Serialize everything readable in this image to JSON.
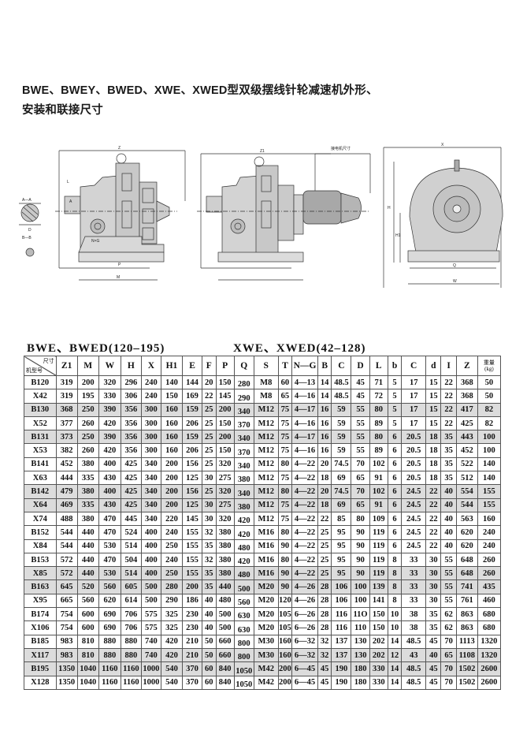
{
  "title": {
    "line1": "BWE、BWEY、BWED、XWE、XWED型双级摆线针轮减速机外形、",
    "line2": "安装和联接尺寸"
  },
  "drawings": {
    "section_aa": "A—A",
    "section_bb": "B—B",
    "label_z": "Z",
    "label_z1": "Z1",
    "label_motor": "接电机尺寸",
    "label_nxg": "N×G",
    "label_p": "P",
    "label_m": "M",
    "label_x": "X",
    "label_h": "H",
    "label_h1": "H1",
    "label_q": "Q",
    "label_w": "W",
    "label_l": "L",
    "label_a": "A",
    "label_d": "D"
  },
  "sections": {
    "left": "BWE、BWED(120–195)",
    "right": "XWE、XWED(42–128)"
  },
  "table": {
    "corner_top": "尺寸",
    "corner_bottom": "机型号",
    "weight_header": "重量",
    "weight_unit": "(kg)",
    "headers": [
      "Z1",
      "M",
      "W",
      "H",
      "X",
      "H1",
      "E",
      "F",
      "P",
      "Q",
      "S",
      "T",
      "N—G",
      "B",
      "C",
      "D",
      "L",
      "b",
      "C",
      "d",
      "I",
      "Z"
    ],
    "rows": [
      [
        "B120",
        "319",
        "200",
        "320",
        "296",
        "240",
        "140",
        "144",
        "20",
        "150",
        "280",
        "M8",
        "60",
        "4—13",
        "14",
        "48.5",
        "45",
        "71",
        "5",
        "17",
        "15",
        "22",
        "368",
        "50"
      ],
      [
        "X42",
        "319",
        "195",
        "330",
        "306",
        "240",
        "150",
        "169",
        "22",
        "145",
        "290",
        "M8",
        "65",
        "4—16",
        "14",
        "48.5",
        "45",
        "72",
        "5",
        "17",
        "15",
        "22",
        "368",
        "50"
      ],
      [
        "B130",
        "368",
        "250",
        "390",
        "356",
        "300",
        "160",
        "159",
        "25",
        "200",
        "340",
        "M12",
        "75",
        "4—17",
        "16",
        "59",
        "55",
        "80",
        "5",
        "17",
        "15",
        "22",
        "417",
        "82"
      ],
      [
        "X52",
        "377",
        "260",
        "420",
        "356",
        "300",
        "160",
        "206",
        "25",
        "150",
        "370",
        "M12",
        "75",
        "4—16",
        "16",
        "59",
        "55",
        "89",
        "5",
        "17",
        "15",
        "22",
        "425",
        "82"
      ],
      [
        "B131",
        "373",
        "250",
        "390",
        "356",
        "300",
        "160",
        "159",
        "25",
        "200",
        "340",
        "M12",
        "75",
        "4—17",
        "16",
        "59",
        "55",
        "80",
        "6",
        "20.5",
        "18",
        "35",
        "443",
        "100"
      ],
      [
        "X53",
        "382",
        "260",
        "420",
        "356",
        "300",
        "160",
        "206",
        "25",
        "150",
        "370",
        "M12",
        "75",
        "4—16",
        "16",
        "59",
        "55",
        "89",
        "6",
        "20.5",
        "18",
        "35",
        "452",
        "100"
      ],
      [
        "B141",
        "452",
        "380",
        "400",
        "425",
        "340",
        "200",
        "156",
        "25",
        "320",
        "340",
        "M12",
        "80",
        "4—22",
        "20",
        "74.5",
        "70",
        "102",
        "6",
        "20.5",
        "18",
        "35",
        "522",
        "140"
      ],
      [
        "X63",
        "444",
        "335",
        "430",
        "425",
        "340",
        "200",
        "125",
        "30",
        "275",
        "380",
        "M12",
        "75",
        "4—22",
        "18",
        "69",
        "65",
        "91",
        "6",
        "20.5",
        "18",
        "35",
        "512",
        "140"
      ],
      [
        "B142",
        "479",
        "380",
        "400",
        "425",
        "340",
        "200",
        "156",
        "25",
        "320",
        "340",
        "M12",
        "80",
        "4—22",
        "20",
        "74.5",
        "70",
        "102",
        "6",
        "24.5",
        "22",
        "40",
        "554",
        "155"
      ],
      [
        "X64",
        "469",
        "335",
        "430",
        "425",
        "340",
        "200",
        "125",
        "30",
        "275",
        "380",
        "M12",
        "75",
        "4—22",
        "18",
        "69",
        "65",
        "91",
        "6",
        "24.5",
        "22",
        "40",
        "544",
        "155"
      ],
      [
        "X74",
        "488",
        "380",
        "470",
        "445",
        "340",
        "220",
        "145",
        "30",
        "320",
        "420",
        "M12",
        "75",
        "4—22",
        "22",
        "85",
        "80",
        "109",
        "6",
        "24.5",
        "22",
        "40",
        "563",
        "160"
      ],
      [
        "B152",
        "544",
        "440",
        "470",
        "524",
        "400",
        "240",
        "155",
        "32",
        "380",
        "420",
        "M16",
        "80",
        "4—22",
        "25",
        "95",
        "90",
        "119",
        "6",
        "24.5",
        "22",
        "40",
        "620",
        "240"
      ],
      [
        "X84",
        "544",
        "440",
        "530",
        "514",
        "400",
        "250",
        "155",
        "35",
        "380",
        "480",
        "M16",
        "90",
        "4—22",
        "25",
        "95",
        "90",
        "119",
        "6",
        "24.5",
        "22",
        "40",
        "620",
        "240"
      ],
      [
        "B153",
        "572",
        "440",
        "470",
        "504",
        "400",
        "240",
        "155",
        "32",
        "380",
        "420",
        "M16",
        "80",
        "4—22",
        "25",
        "95",
        "90",
        "119",
        "8",
        "33",
        "30",
        "55",
        "648",
        "260"
      ],
      [
        "X85",
        "572",
        "440",
        "530",
        "514",
        "400",
        "250",
        "155",
        "35",
        "380",
        "480",
        "M16",
        "90",
        "4—22",
        "25",
        "95",
        "90",
        "119",
        "8",
        "33",
        "30",
        "55",
        "648",
        "260"
      ],
      [
        "B163",
        "645",
        "520",
        "560",
        "605",
        "500",
        "280",
        "200",
        "35",
        "440",
        "500",
        "M20",
        "90",
        "4—26",
        "28",
        "106",
        "100",
        "139",
        "8",
        "33",
        "30",
        "55",
        "741",
        "435"
      ],
      [
        "X95",
        "665",
        "560",
        "620",
        "614",
        "500",
        "290",
        "186",
        "40",
        "480",
        "560",
        "M20",
        "120",
        "4—26",
        "28",
        "106",
        "100",
        "141",
        "8",
        "33",
        "30",
        "55",
        "761",
        "460"
      ],
      [
        "B174",
        "754",
        "600",
        "690",
        "706",
        "575",
        "325",
        "230",
        "40",
        "500",
        "630",
        "M20",
        "105",
        "6—26",
        "28",
        "116",
        "11O",
        "150",
        "10",
        "38",
        "35",
        "62",
        "863",
        "680"
      ],
      [
        "X106",
        "754",
        "600",
        "690",
        "706",
        "575",
        "325",
        "230",
        "40",
        "500",
        "630",
        "M20",
        "105",
        "6—26",
        "28",
        "116",
        "110",
        "150",
        "10",
        "38",
        "35",
        "62",
        "863",
        "680"
      ],
      [
        "B185",
        "983",
        "810",
        "880",
        "880",
        "740",
        "420",
        "210",
        "50",
        "660",
        "800",
        "M30",
        "160",
        "6—32",
        "32",
        "137",
        "130",
        "202",
        "14",
        "48.5",
        "45",
        "70",
        "1113",
        "1320"
      ],
      [
        "X117",
        "983",
        "810",
        "880",
        "880",
        "740",
        "420",
        "210",
        "50",
        "660",
        "800",
        "M30",
        "160",
        "6—32",
        "32",
        "137",
        "130",
        "202",
        "12",
        "43",
        "40",
        "65",
        "1108",
        "1320"
      ],
      [
        "B195",
        "1350",
        "1040",
        "1160",
        "1160",
        "1000",
        "540",
        "370",
        "60",
        "840",
        "1050",
        "M42",
        "200",
        "6—45",
        "45",
        "190",
        "180",
        "330",
        "14",
        "48.5",
        "45",
        "70",
        "1502",
        "2600"
      ],
      [
        "X128",
        "1350",
        "1040",
        "1160",
        "1160",
        "1000",
        "540",
        "370",
        "60",
        "840",
        "1050",
        "M42",
        "200",
        "6—45",
        "45",
        "190",
        "180",
        "330",
        "14",
        "48.5",
        "45",
        "70",
        "1502",
        "2600"
      ]
    ]
  }
}
